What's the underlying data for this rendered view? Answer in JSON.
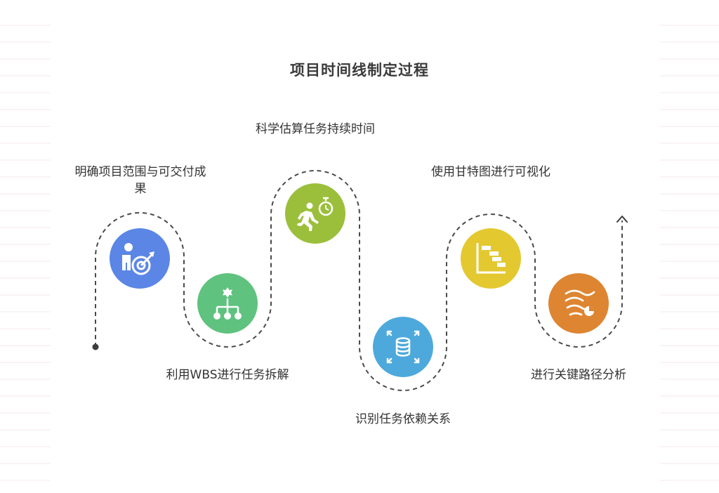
{
  "title": "项目时间线制定过程",
  "steps": [
    {
      "label": "明确项目范围与可交付成果",
      "icon": "target-person-icon",
      "color": "#5b86e5"
    },
    {
      "label": "利用WBS进行任务拆解",
      "icon": "hierarchy-icon",
      "color": "#5fc27e"
    },
    {
      "label": "科学估算任务持续时间",
      "icon": "running-stopwatch-icon",
      "color": "#9bbf3b"
    },
    {
      "label": "识别任务依赖关系",
      "icon": "database-arrows-icon",
      "color": "#4da9dc"
    },
    {
      "label": "使用甘特图进行可视化",
      "icon": "gantt-chart-icon",
      "color": "#e4c830"
    },
    {
      "label": "进行关键路径分析",
      "icon": "flow-analysis-icon",
      "color": "#de8531"
    }
  ]
}
